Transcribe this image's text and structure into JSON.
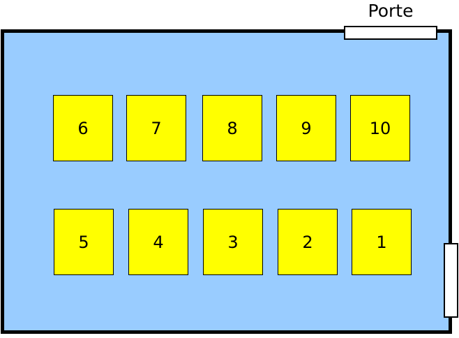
{
  "door": {
    "label": "Porte"
  },
  "seats": {
    "top_row": [
      "6",
      "7",
      "8",
      "9",
      "10"
    ],
    "bottom_row": [
      "5",
      "4",
      "3",
      "2",
      "1"
    ]
  },
  "colors": {
    "room_fill": "#99CCFF",
    "desk_fill": "#FFFF00",
    "outline": "#000000",
    "fixture_fill": "#FFFFFF",
    "background": "#FFFFFF",
    "text": "#000000"
  }
}
